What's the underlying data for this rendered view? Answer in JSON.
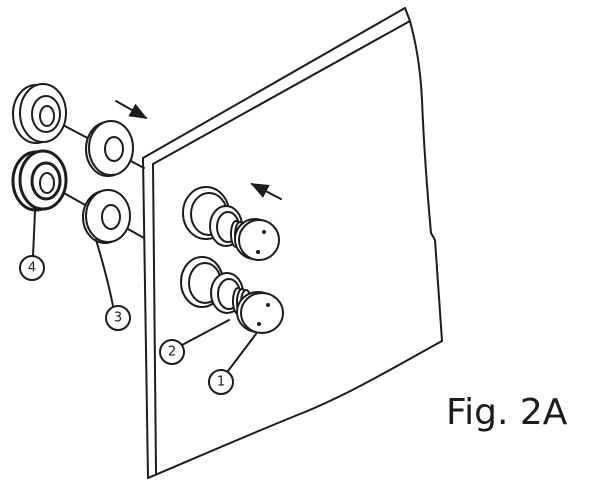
{
  "figure": {
    "caption": "Fig. 2A"
  },
  "callouts": [
    {
      "label": "1"
    },
    {
      "label": "2"
    },
    {
      "label": "3"
    },
    {
      "label": "4"
    }
  ]
}
